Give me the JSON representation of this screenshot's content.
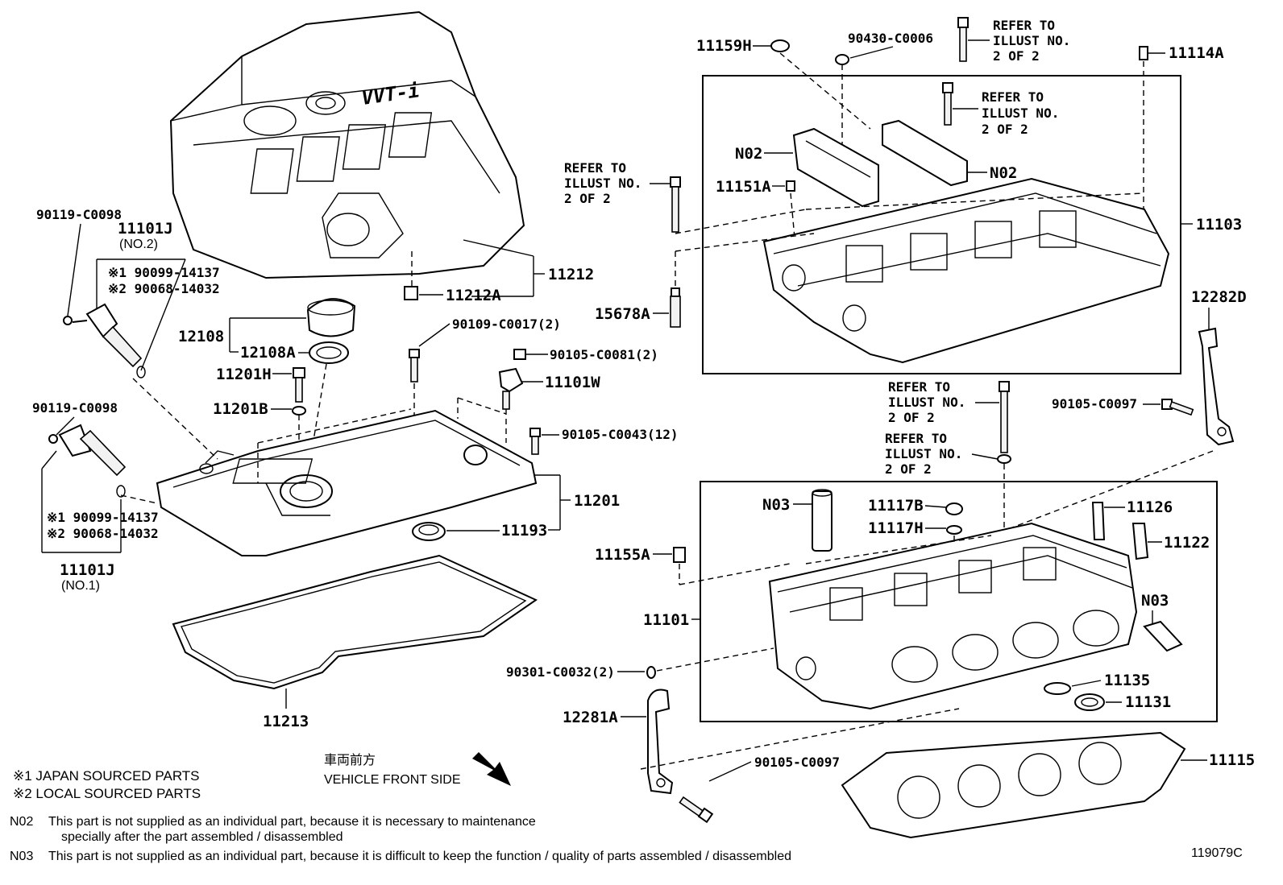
{
  "labels": {
    "p_90119_top": "90119-C0098",
    "p_11101J_top": "11101J",
    "p_no2": "(NO.2)",
    "p_top_sub1": "※1 90099-14137",
    "p_top_sub2": "※2 90068-14032",
    "p_90119_bot": "90119-C0098",
    "p_bot_sub1": "※1 90099-14137",
    "p_bot_sub2": "※2 90068-14032",
    "p_11101J_bot": "11101J",
    "p_no1": "(NO.1)",
    "p_11212": "11212",
    "p_11212A": "11212A",
    "p_12108": "12108",
    "p_12108A": "12108A",
    "p_11201H": "11201H",
    "p_11201B": "11201B",
    "p_90109": "90109-C0017(2)",
    "p_90105_0081": "90105-C0081(2)",
    "p_11101W": "11101W",
    "p_90105_0043": "90105-C0043(12)",
    "p_11201": "11201",
    "p_11193": "11193",
    "p_11213": "11213",
    "p_11159H": "11159H",
    "p_90430": "90430-C0006",
    "p_refer_a1": "REFER TO",
    "p_refer_a2": "ILLUST NO.",
    "p_refer_a3": "2 OF 2",
    "p_refer_b1": "REFER TO",
    "p_refer_b2": "ILLUST NO.",
    "p_refer_b3": "2 OF 2",
    "p_refer_c1": "REFER TO",
    "p_refer_c2": "ILLUST NO.",
    "p_refer_c3": "2 OF 2",
    "p_refer_d1": "REFER TO",
    "p_refer_d2": "ILLUST NO.",
    "p_refer_d3": "2 OF 2",
    "p_refer_e1": "REFER TO",
    "p_refer_e2": "ILLUST NO.",
    "p_refer_e3": "2 OF 2",
    "p_11114A": "11114A",
    "p_N02_a": "N02",
    "p_N02_b": "N02",
    "p_11151A": "11151A",
    "p_11103": "11103",
    "p_15678A": "15678A",
    "p_12282D": "12282D",
    "p_90105_0097_r": "90105-C0097",
    "p_N03_a": "N03",
    "p_11117B": "11117B",
    "p_11117H": "11117H",
    "p_11126": "11126",
    "p_11122": "11122",
    "p_11155A": "11155A",
    "p_N03_b": "N03",
    "p_11101": "11101",
    "p_90301": "90301-C0032(2)",
    "p_11135": "11135",
    "p_11131": "11131",
    "p_12281A": "12281A",
    "p_90105_0097_b": "90105-C0097",
    "p_11115": "11115",
    "cover_emblem": "VVT-i"
  },
  "legend": {
    "note1": "※1 JAPAN SOURCED PARTS",
    "note2": "※2 LOCAL SOURCED PARTS",
    "front_jp": "車両前方",
    "front_en": "VEHICLE FRONT SIDE"
  },
  "footnotes": {
    "n02_code": "N02",
    "n02_line1": "This part is not supplied as an individual part, because it is necessary to maintenance",
    "n02_line2": "specially after the part assembled / disassembled",
    "n03_code": "N03",
    "n03_text": "This part is not supplied as an individual part, because it is difficult to keep the function / quality of parts  assembled / disassembled"
  },
  "figure_number": "119079C"
}
